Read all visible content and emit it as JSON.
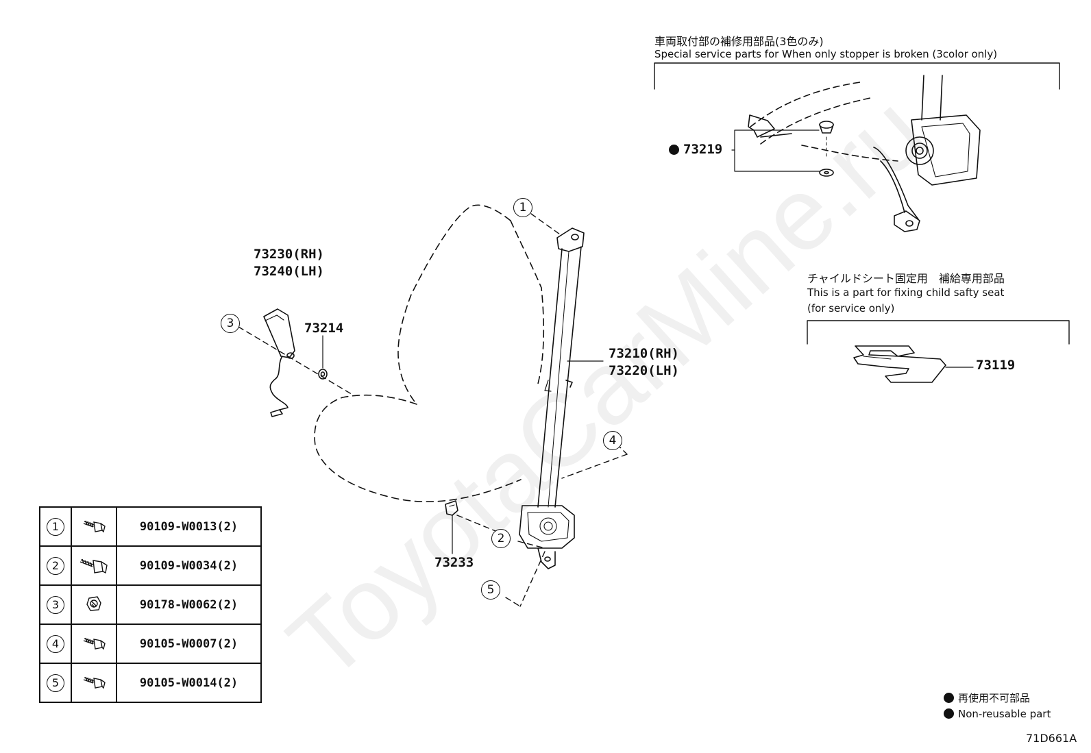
{
  "watermark": "ToyotaCarMine.ru",
  "callouts": {
    "retractor_belt": "73210(RH)\n73220(LH)",
    "retractor_belt_rh": "73210(RH)",
    "retractor_belt_lh": "73220(LH)",
    "buckle_rh": "73230(RH)",
    "buckle_lh": "73240(LH)",
    "washer": "73214",
    "cover": "73233",
    "stopper": "73219",
    "child_seat_part": "73119"
  },
  "markers": [
    "1",
    "2",
    "3",
    "4",
    "5"
  ],
  "notes": {
    "stopper_title_jp": "車両取付部の補修用部品(3色のみ)",
    "stopper_title_en": "Special service parts for When only stopper is broken (3color only)",
    "child_title_jp": "チャイルドシート固定用　補給専用部品",
    "child_title_en1": "This is a part for fixing child safty seat",
    "child_title_en2": "(for service only)"
  },
  "fasteners": [
    {
      "ref": "1",
      "part": "90109-W0013(2)"
    },
    {
      "ref": "2",
      "part": "90109-W0034(2)"
    },
    {
      "ref": "3",
      "part": "90178-W0062(2)"
    },
    {
      "ref": "4",
      "part": "90105-W0007(2)"
    },
    {
      "ref": "5",
      "part": "90105-W0014(2)"
    }
  ],
  "legend": {
    "jp": "再使用不可部品",
    "en": "Non-reusable part"
  },
  "diagram_code": "71D661A"
}
